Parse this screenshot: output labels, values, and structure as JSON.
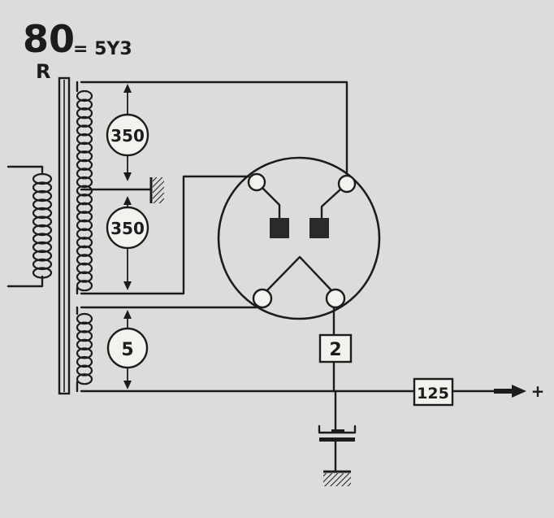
{
  "title": {
    "tube_number": "80",
    "equivalent": "= 5Y3"
  },
  "transformer": {
    "reference_label": "R",
    "hv_upper_voltage": "350",
    "hv_lower_voltage": "350",
    "filament_voltage": "5"
  },
  "rectifier": {
    "filament_current": "2",
    "output_voltage": "125",
    "output_polarity": "+"
  },
  "colors": {
    "ink": "#1c1c1c",
    "paper": "#dcdcda",
    "label_fill": "#f2f2ef"
  }
}
